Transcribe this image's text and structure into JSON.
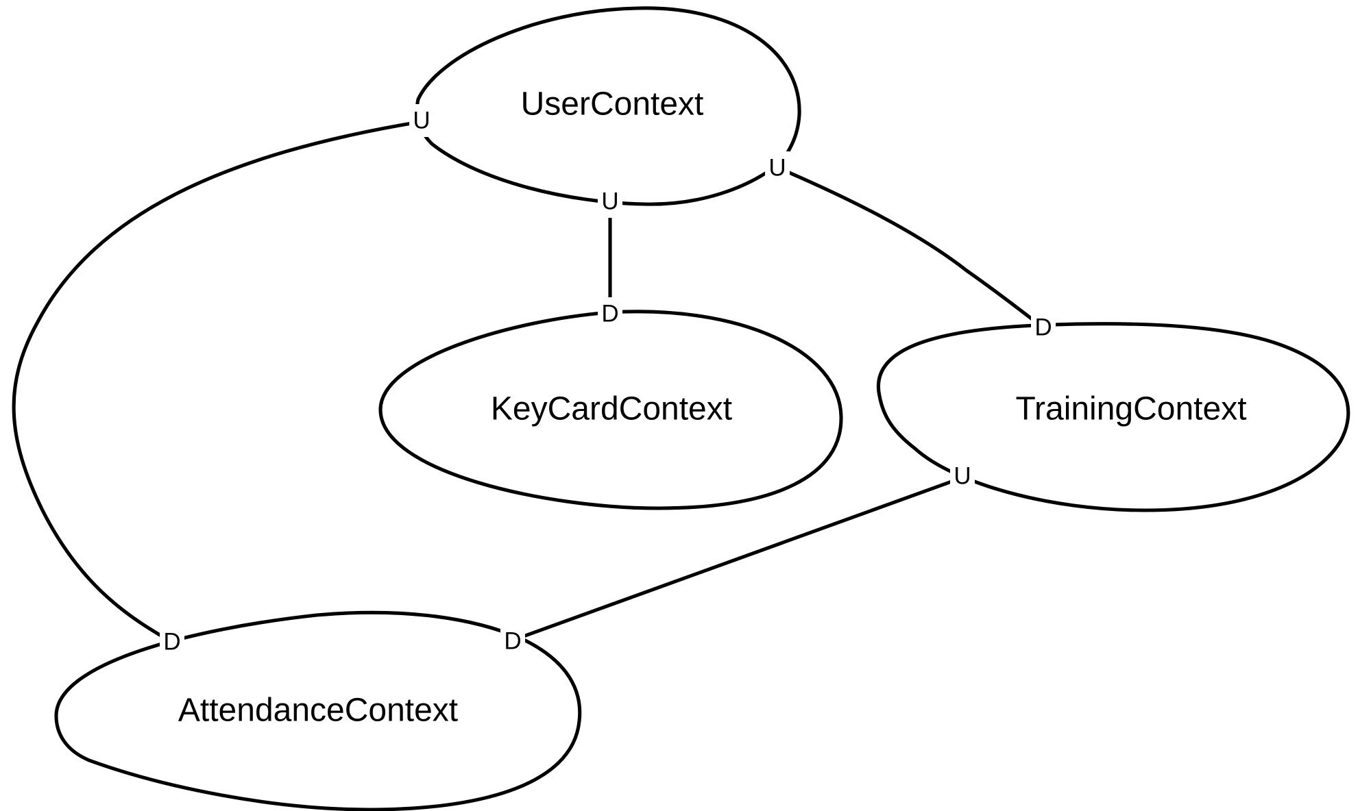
{
  "contexts": {
    "user": "UserContext",
    "keycard": "KeyCardContext",
    "training": "TrainingContext",
    "attendance": "AttendanceContext"
  },
  "relationships": [
    {
      "upstream": "UserContext",
      "downstream": "KeyCardContext",
      "upstream_marker": "U",
      "downstream_marker": "D"
    },
    {
      "upstream": "UserContext",
      "downstream": "TrainingContext",
      "upstream_marker": "U",
      "downstream_marker": "D"
    },
    {
      "upstream": "UserContext",
      "downstream": "AttendanceContext",
      "upstream_marker": "U",
      "downstream_marker": "D"
    },
    {
      "upstream": "TrainingContext",
      "downstream": "AttendanceContext",
      "upstream_marker": "U",
      "downstream_marker": "D"
    }
  ],
  "colors": {
    "stroke": "#000000",
    "background": "#ffffff"
  }
}
